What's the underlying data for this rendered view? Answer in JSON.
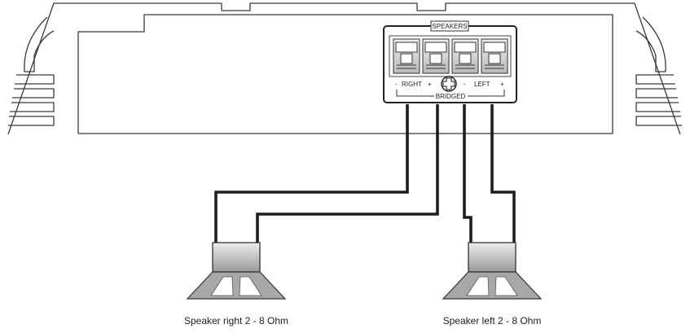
{
  "diagram": {
    "panel_title": "SPEAKERS",
    "polarity": {
      "right_minus": "-",
      "right_label": "RIGHT",
      "right_plus": "+",
      "left_minus": "-",
      "left_label": "LEFT",
      "left_plus": "+"
    },
    "bridged_label": "BRIDGED",
    "speakers": [
      {
        "label": "Speaker right  2 - 8 Ohm"
      },
      {
        "label": "Speaker left  2 - 8 Ohm"
      }
    ]
  },
  "colors": {
    "outline": "#3a3a3a",
    "wire": "#1e1e1e",
    "magnet_light": "#e6e6e6",
    "magnet_dark": "#9a9a9a",
    "cone": "#a8a8a8",
    "terminal": "#d2d2d2"
  },
  "icons": [
    "screw-icon",
    "speaker-icon"
  ]
}
